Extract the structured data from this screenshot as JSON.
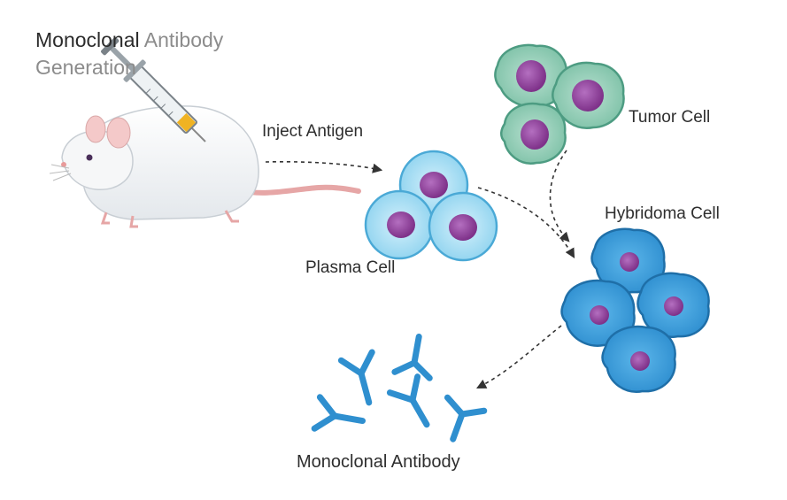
{
  "title": {
    "part1": "Monoclonal",
    "part2": "Antibody",
    "part3": "Generation"
  },
  "labels": {
    "inject": "Inject Antigen",
    "tumor": "Tumor Cell",
    "hybridoma": "Hybridoma Cell",
    "plasma": "Plasma Cell",
    "antibody": "Monoclonal Antibody"
  },
  "colors": {
    "plasma_fill": "#a9def2",
    "plasma_stroke": "#3fa7d6",
    "tumor_fill": "#8fcbb5",
    "tumor_stroke": "#4a9a80",
    "hybrid_fill": "#3d9bd8",
    "hybrid_stroke": "#1f6fa8",
    "nucleus": "#8a3f95",
    "antibody": "#2f8fcf",
    "arrow": "#333333"
  }
}
